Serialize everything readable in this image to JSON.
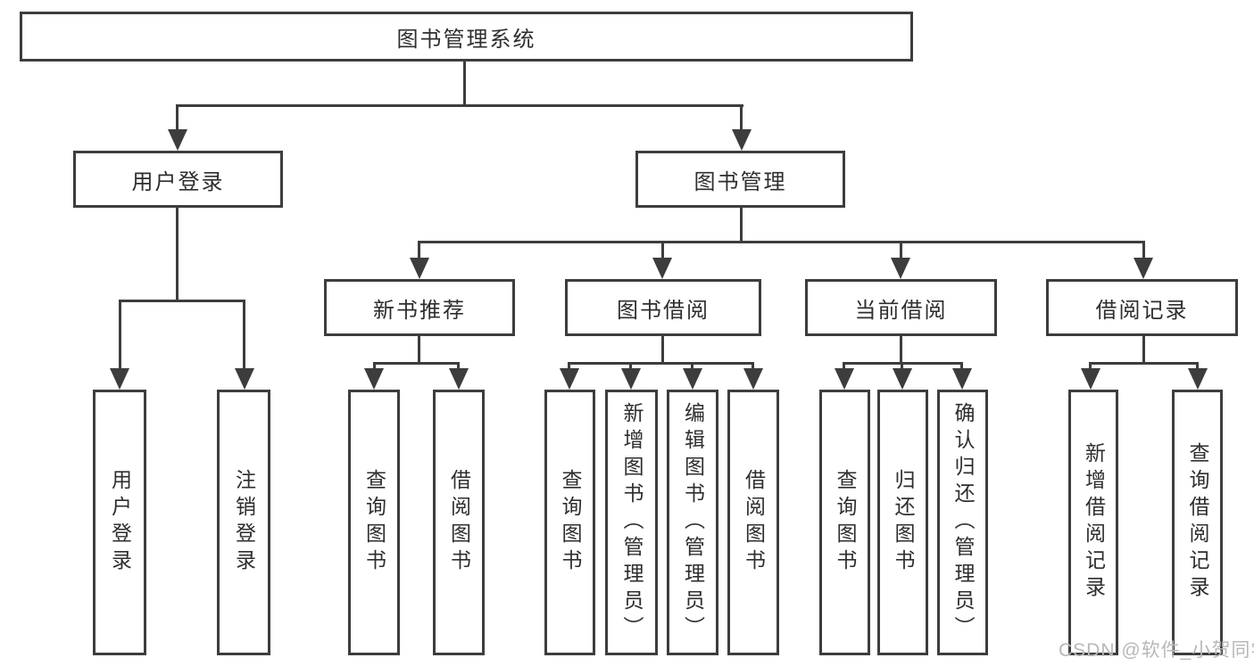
{
  "diagram": {
    "title": "图书管理系统",
    "type": "function-structure-tree",
    "nodes": {
      "root": "图书管理系统",
      "user_login": "用户登录",
      "book_mgmt": "图书管理",
      "login": "用户登录",
      "logout": "注销登录",
      "new_book_rec": "新书推荐",
      "book_borrow": "图书借阅",
      "current_borrow": "当前借阅",
      "borrow_records": "借阅记录",
      "nbr_query_book": "查询图书",
      "nbr_borrow_book": "借阅图书",
      "bb_query_book": "查询图书",
      "bb_add_book": "新增图书（管理员）",
      "bb_edit_book": "编辑图书（管理员）",
      "bb_borrow_book": "借阅图书",
      "cb_query_book": "查询图书",
      "cb_return_book": "归还图书",
      "cb_confirm_return": "确认归还（管理员）",
      "br_add_record": "新增借阅记录",
      "br_query_record": "查询借阅记录"
    },
    "edges": [
      [
        "root",
        "user_login"
      ],
      [
        "root",
        "book_mgmt"
      ],
      [
        "user_login",
        "login"
      ],
      [
        "user_login",
        "logout"
      ],
      [
        "book_mgmt",
        "new_book_rec"
      ],
      [
        "book_mgmt",
        "book_borrow"
      ],
      [
        "book_mgmt",
        "current_borrow"
      ],
      [
        "book_mgmt",
        "borrow_records"
      ],
      [
        "new_book_rec",
        "nbr_query_book"
      ],
      [
        "new_book_rec",
        "nbr_borrow_book"
      ],
      [
        "book_borrow",
        "bb_query_book"
      ],
      [
        "book_borrow",
        "bb_add_book"
      ],
      [
        "book_borrow",
        "bb_edit_book"
      ],
      [
        "book_borrow",
        "bb_borrow_book"
      ],
      [
        "current_borrow",
        "cb_query_book"
      ],
      [
        "current_borrow",
        "cb_return_book"
      ],
      [
        "current_borrow",
        "cb_confirm_return"
      ],
      [
        "borrow_records",
        "br_add_record"
      ],
      [
        "borrow_records",
        "br_query_record"
      ]
    ]
  },
  "watermark": {
    "text": "CSDN @软件_小贺同学"
  },
  "colors": {
    "line": "#3d3d3d",
    "text": "#2e2e2e",
    "background": "#ffffff",
    "watermark": "#b8b8b8"
  }
}
